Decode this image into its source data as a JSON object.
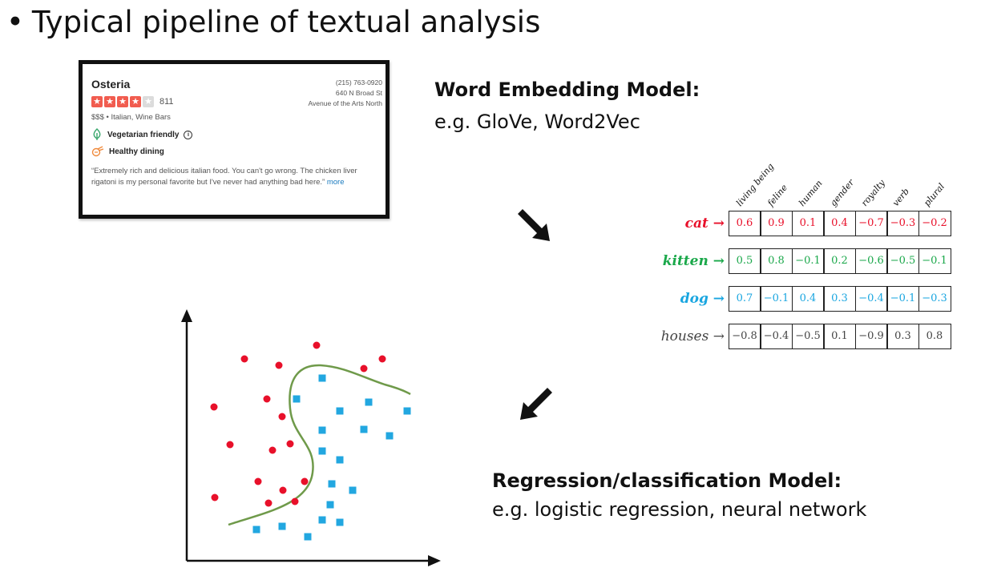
{
  "title": {
    "bullet": "•",
    "text": "Typical pipeline of textual analysis"
  },
  "review_card": {
    "name": "Osteria",
    "rating_stars": 4,
    "max_stars": 5,
    "review_count": "811",
    "meta": "$$$  •  Italian, Wine Bars",
    "phone": "(215) 763-0920",
    "address_line1": "640 N Broad St",
    "address_line2": "Avenue of the Arts North",
    "feature1": "Vegetarian friendly",
    "feature2": "Healthy dining",
    "quote": "“Extremely rich and delicious italian food. You can't go wrong. The chicken liver rigatoni is my personal favorite but I've never had anything bad here.”",
    "more": "more",
    "colors": {
      "star": "#f15c4f",
      "feature1_icon": "#3aa76d",
      "feature2_icon": "#f08a3c"
    }
  },
  "word_embedding": {
    "heading": "Word Embedding Model:",
    "example": "e.g. GloVe, Word2Vec"
  },
  "regression": {
    "heading": "Regression/classification Model:",
    "example": "e.g. logistic regression, neural network"
  },
  "embedding_table": {
    "columns": [
      "living being",
      "feline",
      "human",
      "gender",
      "royalty",
      "verb",
      "plural"
    ],
    "rows": [
      {
        "word": "cat",
        "arrow": "→",
        "color": "#e8102a",
        "values": [
          "0.6",
          "0.9",
          "0.1",
          "0.4",
          "−0.7",
          "−0.3",
          "−0.2"
        ]
      },
      {
        "word": "kitten",
        "arrow": "→",
        "color": "#1aa84a",
        "values": [
          "0.5",
          "0.8",
          "−0.1",
          "0.2",
          "−0.6",
          "−0.5",
          "−0.1"
        ]
      },
      {
        "word": "dog",
        "arrow": "→",
        "color": "#1aa6e0",
        "values": [
          "0.7",
          "−0.1",
          "0.4",
          "0.3",
          "−0.4",
          "−0.1",
          "−0.3"
        ]
      },
      {
        "word": "houses",
        "arrow": "→",
        "color": "#444444",
        "values": [
          "−0.8",
          "−0.4",
          "−0.5",
          "0.1",
          "−0.9",
          "0.3",
          "0.8"
        ]
      }
    ]
  },
  "scatter": {
    "red_color": "#e8102a",
    "blue_color": "#22a7e0",
    "boundary_color": "#6f9a4a",
    "red_points": [
      [
        305,
        448
      ],
      [
        395,
        431
      ],
      [
        348,
        456
      ],
      [
        267,
        508
      ],
      [
        333,
        498
      ],
      [
        352,
        520
      ],
      [
        454,
        460
      ],
      [
        477,
        448
      ],
      [
        287,
        555
      ],
      [
        340,
        562
      ],
      [
        362,
        554
      ],
      [
        322,
        601
      ],
      [
        353,
        612
      ],
      [
        380,
        601
      ],
      [
        368,
        626
      ],
      [
        335,
        628
      ],
      [
        268,
        621
      ]
    ],
    "blue_points": [
      [
        402,
        472
      ],
      [
        370,
        498
      ],
      [
        424,
        513
      ],
      [
        460,
        502
      ],
      [
        508,
        513
      ],
      [
        402,
        537
      ],
      [
        454,
        536
      ],
      [
        486,
        544
      ],
      [
        402,
        563
      ],
      [
        424,
        574
      ],
      [
        414,
        604
      ],
      [
        440,
        612
      ],
      [
        412,
        630
      ],
      [
        402,
        649
      ],
      [
        424,
        652
      ],
      [
        352,
        657
      ],
      [
        320,
        661
      ],
      [
        384,
        670
      ]
    ]
  }
}
